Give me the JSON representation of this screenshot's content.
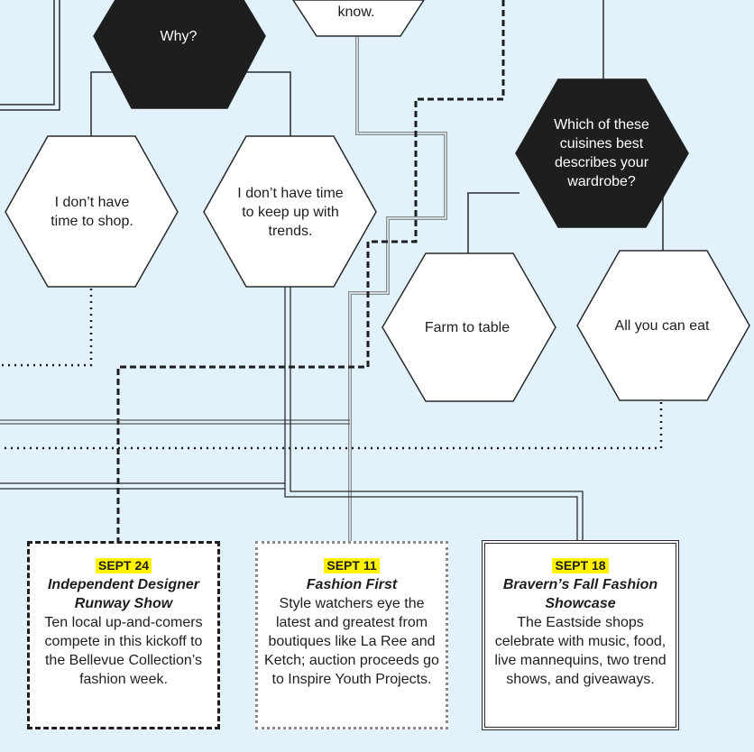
{
  "hexagons": {
    "top_question": "know.",
    "why": "Why?",
    "no_time_shop": "I don’t have time to shop.",
    "no_time_trends": "I don’t have time to keep up with trends.",
    "cuisine_question": "Which of these cuisines best describes your wardrobe?",
    "farm_to_table": "Farm to table",
    "all_you_can_eat": "All you can eat"
  },
  "events": [
    {
      "date": "SEPT 24",
      "title": "Independent Designer Runway Show",
      "body": "Ten local up-and-comers compete in this kickoff to the Bellevue Collection’s fashion week."
    },
    {
      "date": "SEPT 11",
      "title": "Fashion First",
      "body": "Style watchers eye the latest and greatest from boutiques like La Ree and Ketch; auction proceeds go to Inspire Youth Projects."
    },
    {
      "date": "SEPT 18",
      "title": "Bravern’s Fall Fashion Showcase",
      "body": "The Eastside shops celebrate with music, food, live mannequins, two trend shows, and giveaways."
    }
  ],
  "colors": {
    "background": "#e2f2fc",
    "ink": "#1e1e1e",
    "dark_hex": "#1e1e1e",
    "light_hex": "#ffffff",
    "grey_line": "#8a8a8a",
    "date_highlight": "#fff200"
  }
}
